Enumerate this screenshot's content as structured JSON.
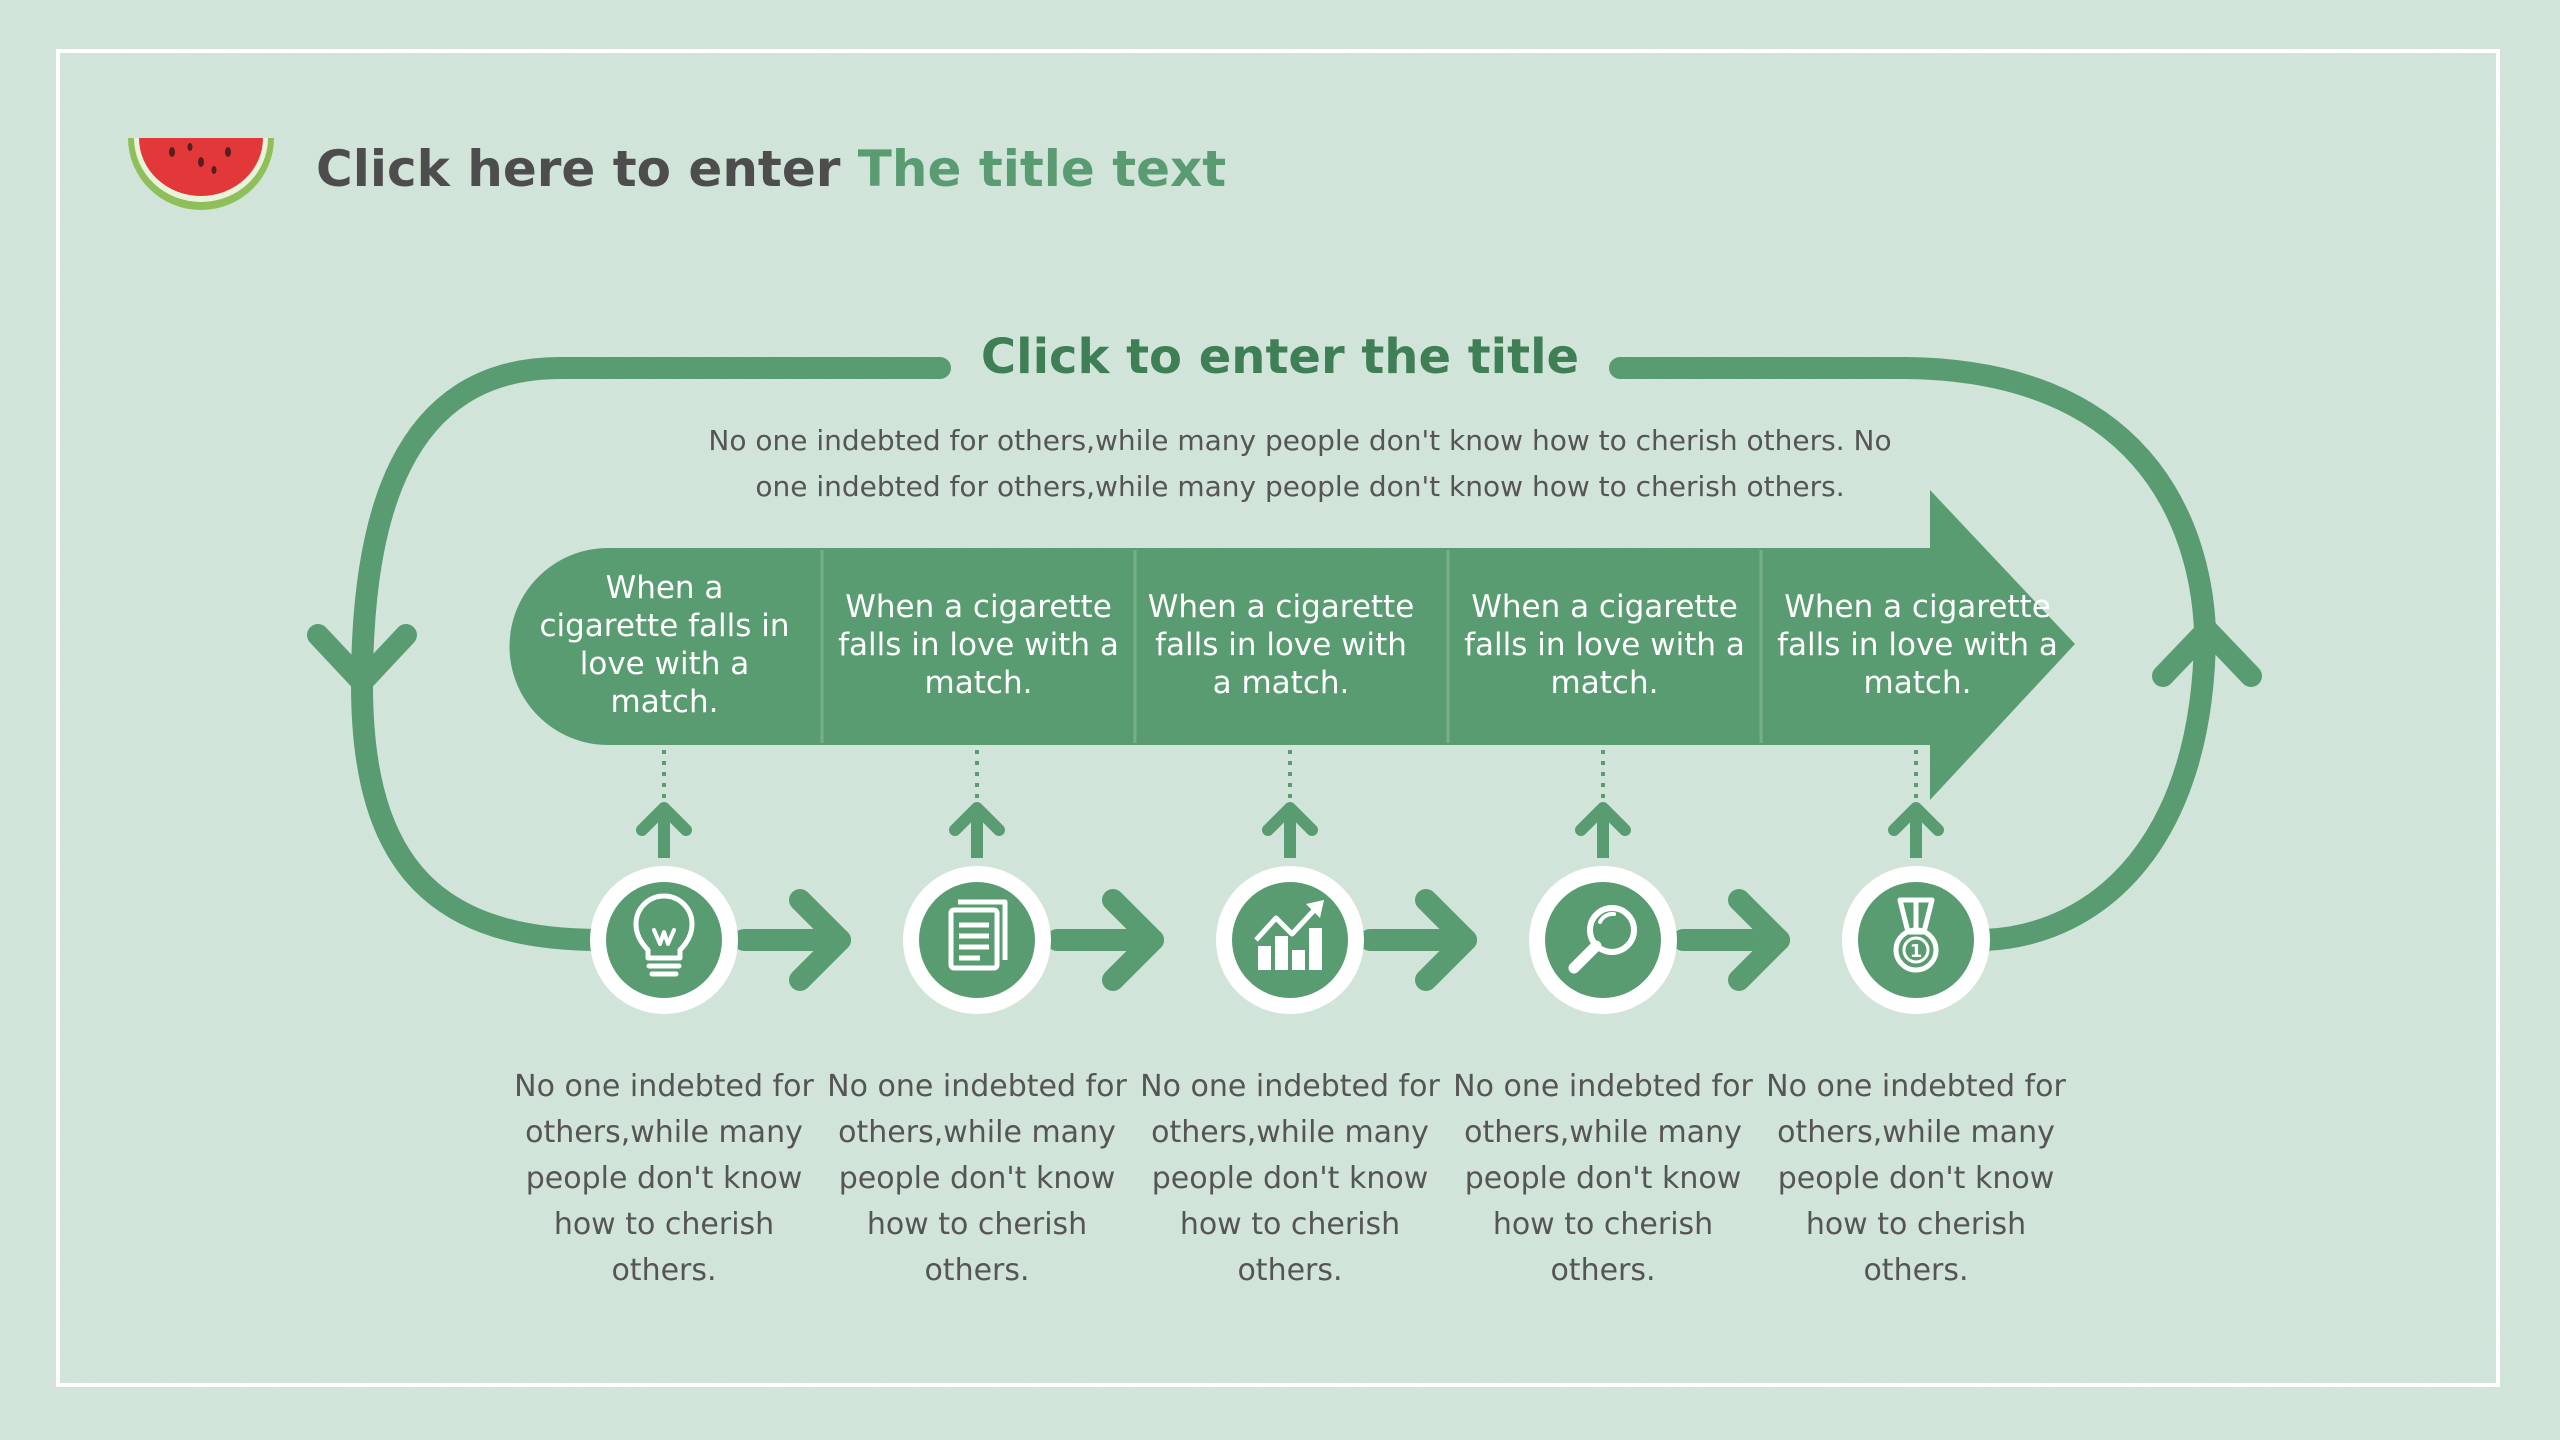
{
  "header": {
    "title_part1": "Click here to enter ",
    "title_part2": "The title text",
    "logo_icon": "watermelon-slice-icon"
  },
  "diagram": {
    "title": "Click to enter the title",
    "intro": "No one indebted for others,while many people don't know how to cherish others. No one indebted for others,while many people don't know how to cherish others.",
    "banner_labels": [
      "When a cigarette falls in love with a match.",
      "When a cigarette falls in love with a match.",
      "When a cigarette falls in love with a match.",
      "When a cigarette falls in love with a match.",
      "When a cigarette falls in love with a match."
    ],
    "steps": [
      {
        "icon": "lightbulb-icon",
        "description": "No one indebted for others,while many people don't know how to cherish others."
      },
      {
        "icon": "document-icon",
        "description": "No one indebted for others,while many people don't know how to cherish others."
      },
      {
        "icon": "growth-chart-icon",
        "description": "No one indebted for others,while many people don't know how to cherish others."
      },
      {
        "icon": "magnifier-icon",
        "description": "No one indebted for others,while many people don't know how to cherish others."
      },
      {
        "icon": "medal-icon",
        "description": "No one indebted for others,while many people don't know how to cherish others."
      }
    ]
  },
  "colors": {
    "background": "#cfe3d7",
    "accent_green": "#5a9c72",
    "title_green": "#3f7f55",
    "text_gray": "#555555",
    "heading_gray": "#4d4d4d",
    "frame_white": "#ffffff",
    "watermelon_red": "#e2383a"
  }
}
